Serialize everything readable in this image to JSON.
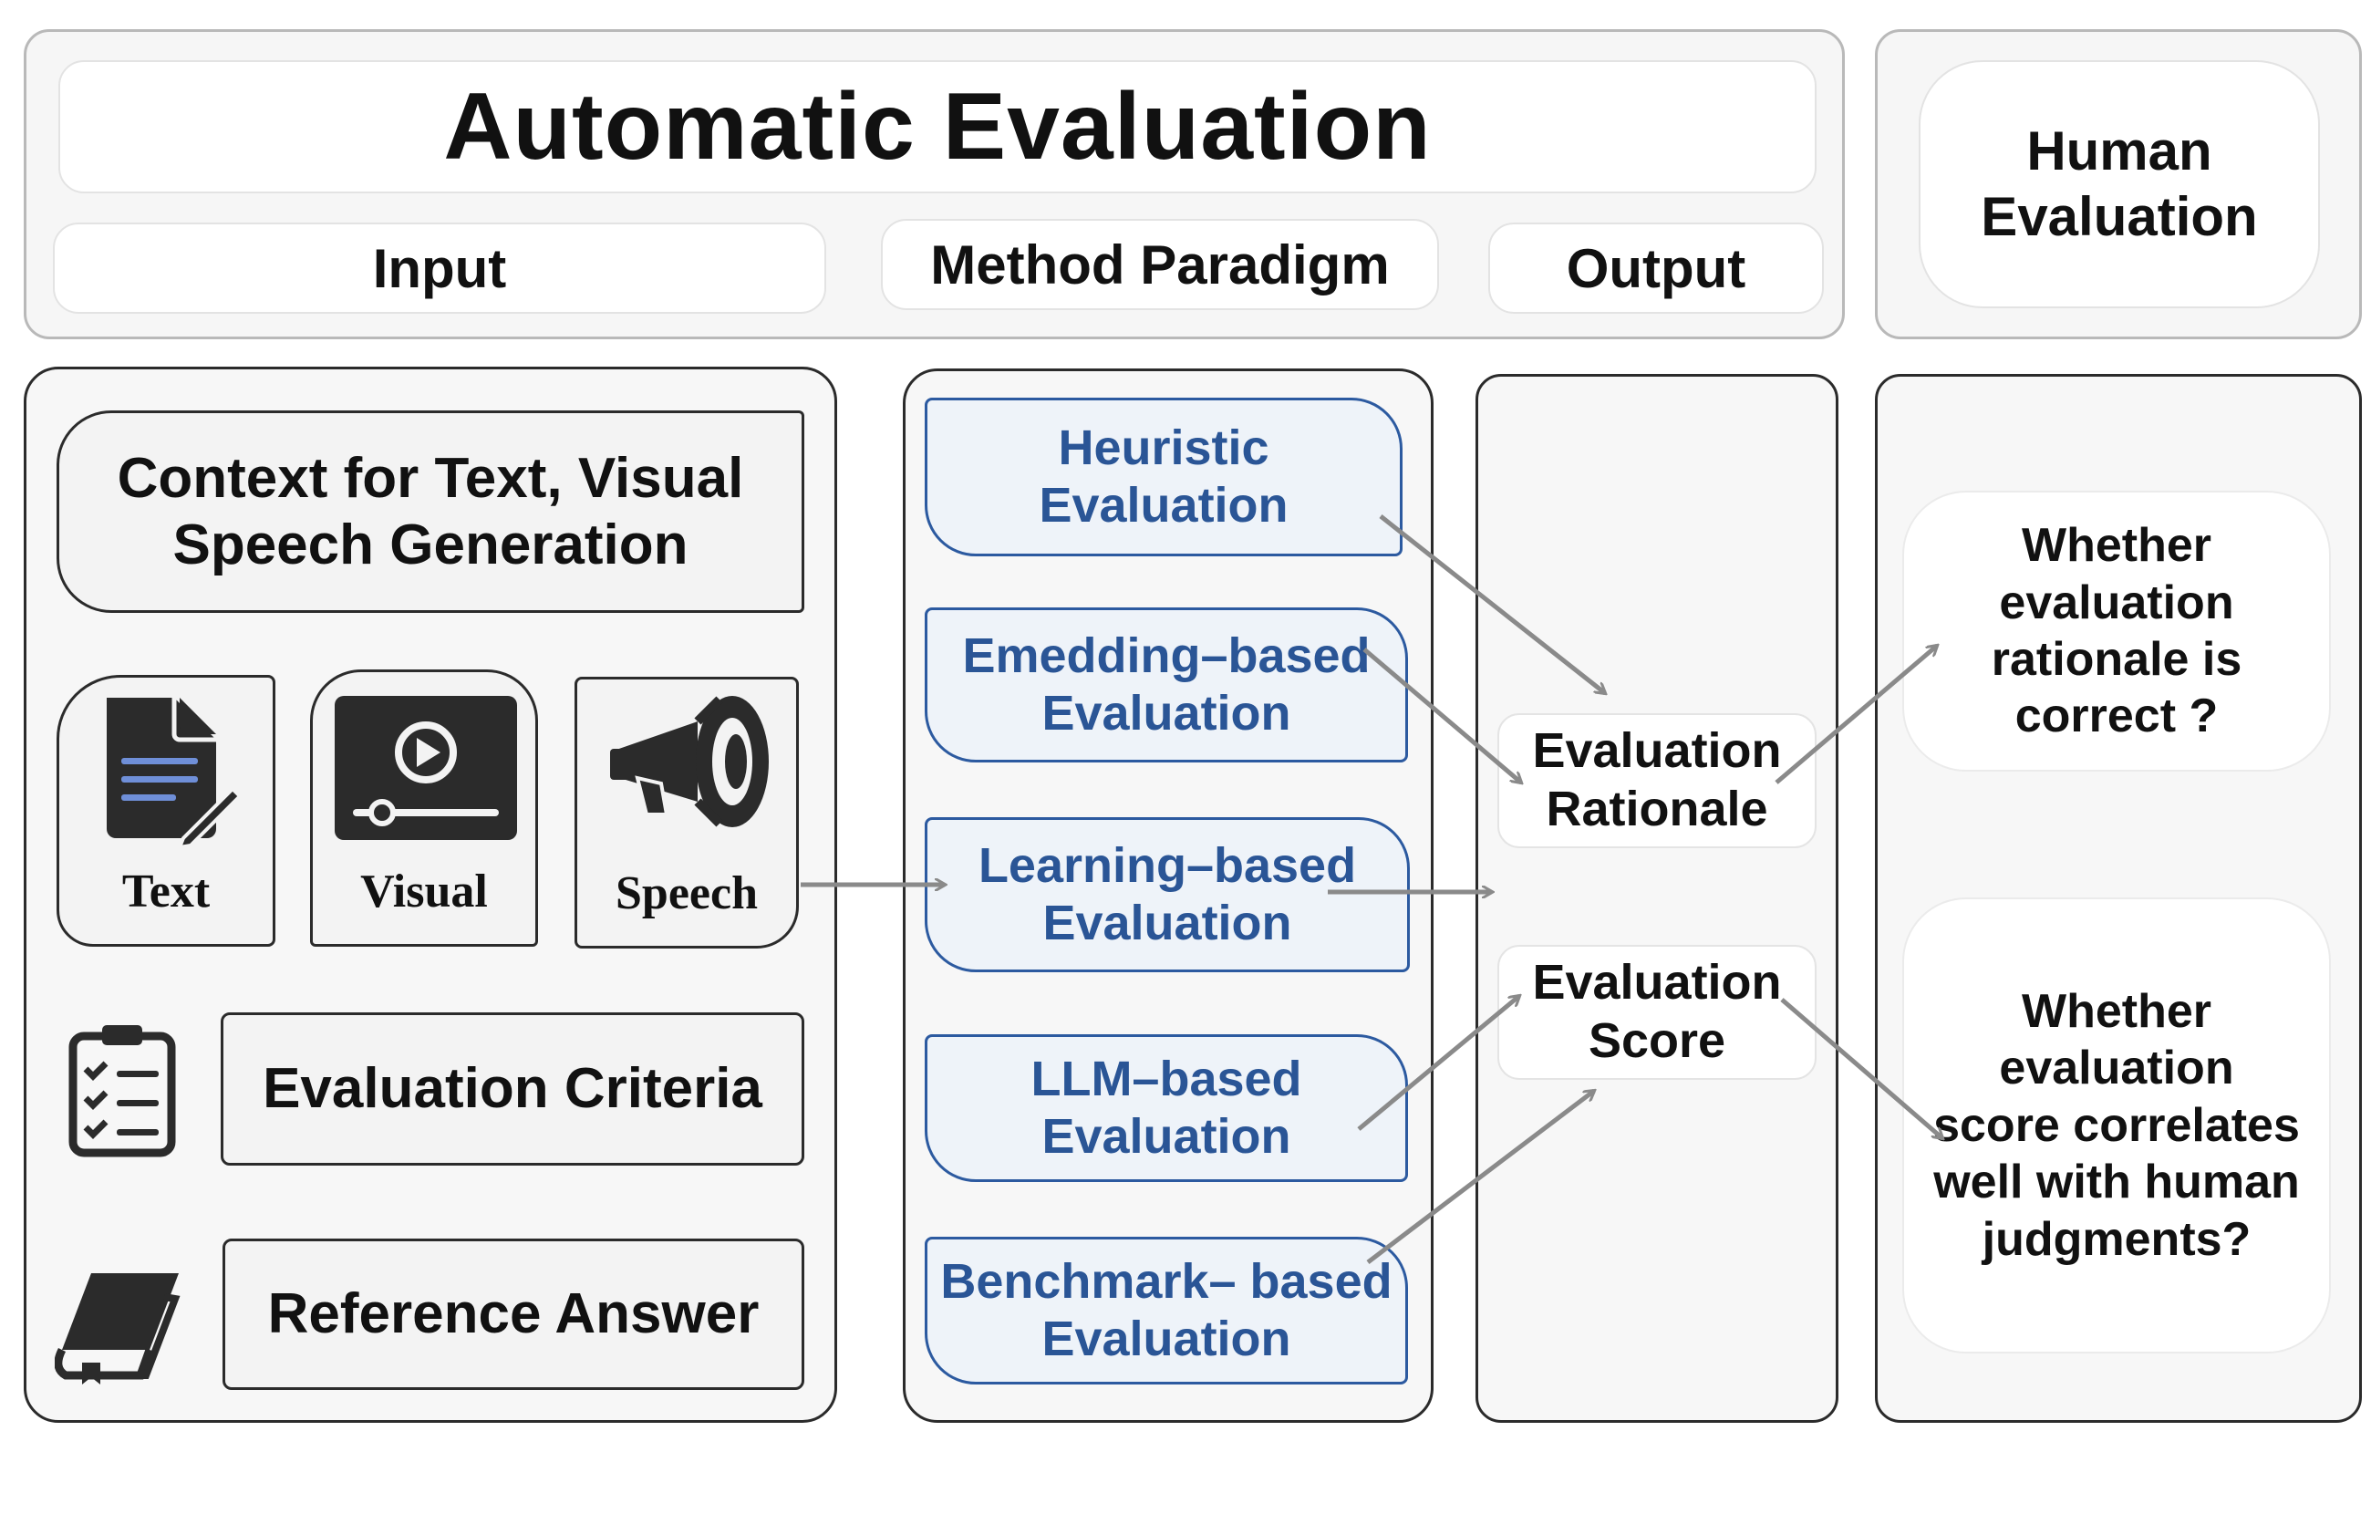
{
  "title": "Automatic Evaluation",
  "headers": {
    "input": "Input",
    "method": "Method Paradigm",
    "output": "Output",
    "human": "Human Evaluation"
  },
  "input": {
    "context": "Context for Text, Visual Speech Generation",
    "modalities": [
      "Text",
      "Visual",
      "Speech"
    ],
    "criteria": "Evaluation Criteria",
    "reference": "Reference Answer"
  },
  "methods": [
    "Heuristic Evaluation",
    "Emedding–based Evaluation",
    "Learning–based Evaluation",
    "LLM–based Evaluation",
    "Benchmark– based Evaluation"
  ],
  "outputs": [
    "Evaluation Rationale",
    "Evaluation Score"
  ],
  "human": [
    "Whether evaluation rationale is correct ?",
    "Whether evaluation score correlates well with human judgments?"
  ],
  "colors": {
    "method_text": "#2a5596",
    "method_border": "#2c5aa0",
    "arrow": "#8a8a8a"
  },
  "icons": [
    "document-icon",
    "video-player-icon",
    "megaphone-icon",
    "checklist-icon",
    "book-icon"
  ]
}
